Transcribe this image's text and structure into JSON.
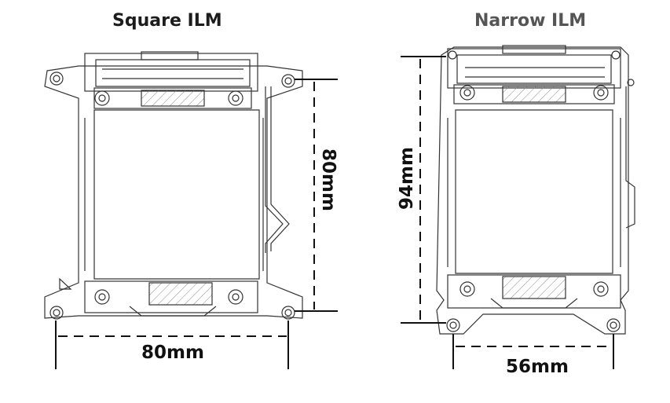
{
  "diagrams": {
    "left": {
      "title": "Square ILM",
      "width_label": "80mm",
      "height_label": "80mm"
    },
    "right": {
      "title": "Narrow ILM",
      "width_label": "56mm",
      "height_label": "94mm"
    }
  },
  "colors": {
    "line": "#333333",
    "hatch": "#777777",
    "dim": "#111111"
  }
}
